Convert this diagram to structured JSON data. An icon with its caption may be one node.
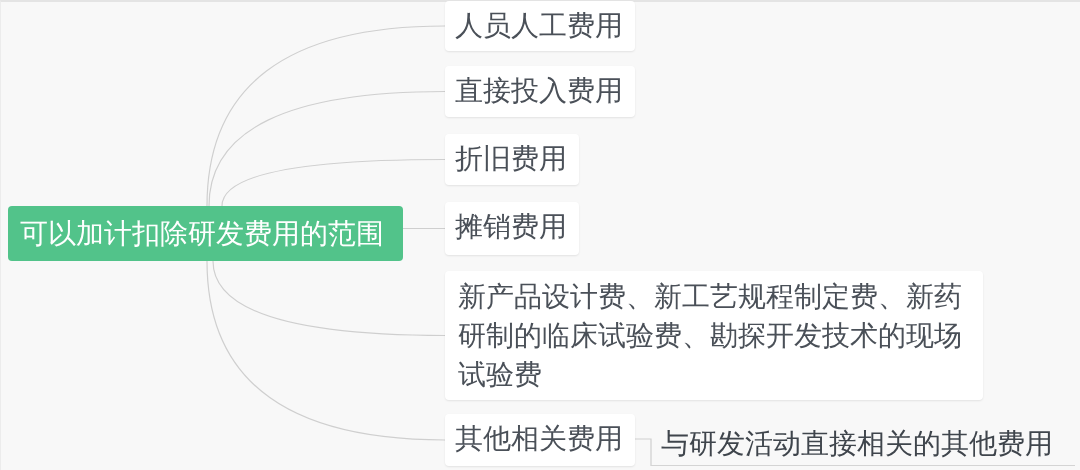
{
  "diagram": {
    "nodes": [
      {
        "text": [
          "可以加计扣除研发费用的范围"
        ]
      },
      {
        "text": [
          "人员人工费用"
        ]
      },
      {
        "text": [
          "直接投入费用"
        ]
      },
      {
        "text": [
          "折旧费用"
        ]
      },
      {
        "text": [
          "摊销费用"
        ]
      },
      {
        "text": [
          "新产品设计费、新工艺规程制定费、新药研制的临床试验费、勘探开发技术的现场试验费"
        ]
      },
      {
        "text": [
          "其他相关费用"
        ]
      },
      {
        "text": [
          "与研发活动直接相关的其他费用"
        ]
      }
    ],
    "edges": [
      {
        "from": 0,
        "to": 1,
        "arrow": "none"
      },
      {
        "from": 0,
        "to": 2,
        "arrow": "none"
      },
      {
        "from": 0,
        "to": 3,
        "arrow": "none"
      },
      {
        "from": 0,
        "to": 4,
        "arrow": "none"
      },
      {
        "from": 0,
        "to": 5,
        "arrow": "none"
      },
      {
        "from": 0,
        "to": 6,
        "arrow": "none"
      },
      {
        "from": 6,
        "to": 7,
        "arrow": "none"
      }
    ]
  }
}
